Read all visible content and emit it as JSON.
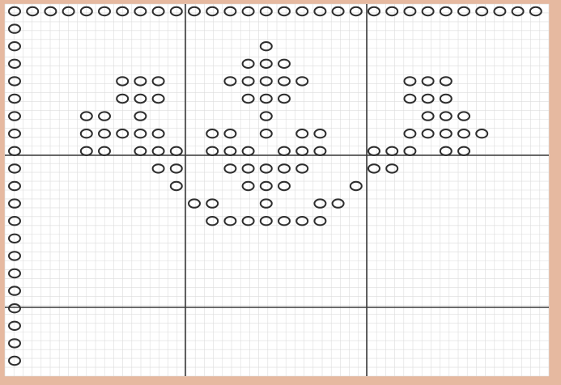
{
  "pattern": {
    "grid_rows": 21,
    "grid_cols": 30,
    "bead_color": "#2e2e2e",
    "background_color": "#ffffff",
    "fine_grid_color": "#dcdcdc",
    "section_line_color": "#3a3a3a",
    "frame_color": "#e6b9a0",
    "beads": [
      [
        0,
        0
      ],
      [
        0,
        1
      ],
      [
        0,
        2
      ],
      [
        0,
        3
      ],
      [
        0,
        4
      ],
      [
        0,
        5
      ],
      [
        0,
        6
      ],
      [
        0,
        7
      ],
      [
        0,
        8
      ],
      [
        0,
        9
      ],
      [
        0,
        10
      ],
      [
        0,
        11
      ],
      [
        0,
        12
      ],
      [
        0,
        13
      ],
      [
        0,
        14
      ],
      [
        0,
        15
      ],
      [
        0,
        16
      ],
      [
        0,
        17
      ],
      [
        0,
        18
      ],
      [
        0,
        19
      ],
      [
        0,
        20
      ],
      [
        0,
        21
      ],
      [
        0,
        22
      ],
      [
        0,
        23
      ],
      [
        0,
        24
      ],
      [
        0,
        25
      ],
      [
        0,
        26
      ],
      [
        0,
        27
      ],
      [
        0,
        28
      ],
      [
        0,
        29
      ],
      [
        1,
        0
      ],
      [
        2,
        0
      ],
      [
        3,
        0
      ],
      [
        4,
        0
      ],
      [
        5,
        0
      ],
      [
        6,
        0
      ],
      [
        7,
        0
      ],
      [
        8,
        0
      ],
      [
        9,
        0
      ],
      [
        10,
        0
      ],
      [
        11,
        0
      ],
      [
        12,
        0
      ],
      [
        13,
        0
      ],
      [
        14,
        0
      ],
      [
        15,
        0
      ],
      [
        16,
        0
      ],
      [
        17,
        0
      ],
      [
        18,
        0
      ],
      [
        19,
        0
      ],
      [
        20,
        0
      ],
      [
        2,
        14
      ],
      [
        3,
        13
      ],
      [
        3,
        14
      ],
      [
        3,
        15
      ],
      [
        4,
        12
      ],
      [
        4,
        13
      ],
      [
        4,
        14
      ],
      [
        4,
        15
      ],
      [
        4,
        16
      ],
      [
        5,
        13
      ],
      [
        5,
        14
      ],
      [
        5,
        15
      ],
      [
        6,
        14
      ],
      [
        7,
        14
      ],
      [
        7,
        11
      ],
      [
        7,
        12
      ],
      [
        7,
        16
      ],
      [
        7,
        17
      ],
      [
        8,
        11
      ],
      [
        8,
        12
      ],
      [
        8,
        13
      ],
      [
        8,
        15
      ],
      [
        8,
        16
      ],
      [
        8,
        17
      ],
      [
        9,
        12
      ],
      [
        9,
        13
      ],
      [
        9,
        14
      ],
      [
        9,
        15
      ],
      [
        9,
        16
      ],
      [
        10,
        9
      ],
      [
        10,
        13
      ],
      [
        10,
        14
      ],
      [
        10,
        15
      ],
      [
        10,
        19
      ],
      [
        11,
        10
      ],
      [
        11,
        11
      ],
      [
        11,
        14
      ],
      [
        11,
        17
      ],
      [
        11,
        18
      ],
      [
        12,
        11
      ],
      [
        12,
        12
      ],
      [
        12,
        13
      ],
      [
        12,
        14
      ],
      [
        12,
        15
      ],
      [
        12,
        16
      ],
      [
        12,
        17
      ],
      [
        4,
        6
      ],
      [
        4,
        7
      ],
      [
        4,
        8
      ],
      [
        5,
        6
      ],
      [
        5,
        7
      ],
      [
        5,
        8
      ],
      [
        6,
        7
      ],
      [
        6,
        4
      ],
      [
        6,
        5
      ],
      [
        7,
        4
      ],
      [
        7,
        5
      ],
      [
        7,
        6
      ],
      [
        7,
        7
      ],
      [
        7,
        8
      ],
      [
        8,
        4
      ],
      [
        8,
        5
      ],
      [
        8,
        7
      ],
      [
        8,
        8
      ],
      [
        8,
        9
      ],
      [
        9,
        8
      ],
      [
        9,
        9
      ],
      [
        4,
        22
      ],
      [
        4,
        23
      ],
      [
        4,
        24
      ],
      [
        5,
        22
      ],
      [
        5,
        23
      ],
      [
        5,
        24
      ],
      [
        6,
        23
      ],
      [
        6,
        24
      ],
      [
        6,
        25
      ],
      [
        7,
        22
      ],
      [
        7,
        23
      ],
      [
        7,
        24
      ],
      [
        7,
        25
      ],
      [
        7,
        26
      ],
      [
        8,
        20
      ],
      [
        8,
        21
      ],
      [
        8,
        22
      ],
      [
        8,
        24
      ],
      [
        8,
        25
      ],
      [
        9,
        20
      ],
      [
        9,
        21
      ]
    ]
  }
}
